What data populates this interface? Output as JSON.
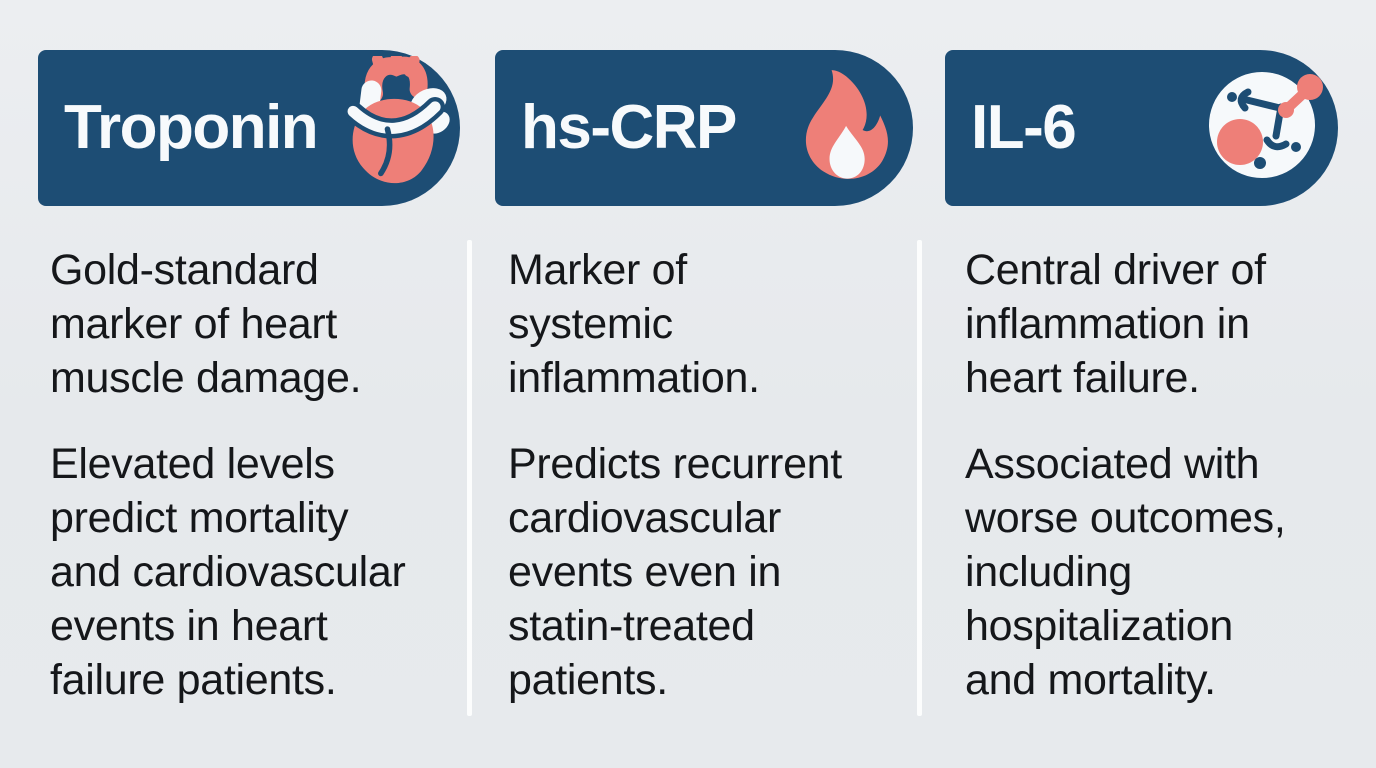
{
  "page": {
    "title": "Heart failure biomarkers infographic",
    "background_color": "#e7eaed",
    "header_color": "#1d4d74",
    "accent_color": "#ee7f78",
    "icon_white": "#f6f9fb",
    "text_color": "#15171a"
  },
  "columns": [
    {
      "header": {
        "label": "Troponin",
        "icon": "heart-icon"
      },
      "paragraphs": [
        "Gold-standard\nmarker of heart\nmuscle damage.",
        "Elevated levels\npredict mortality\nand cardiovascular\nevents in heart\nfailure patients."
      ]
    },
    {
      "header": {
        "label": "hs-CRP",
        "icon": "flame-icon"
      },
      "paragraphs": [
        "Marker of\nsystemic\ninflammation.",
        "Predicts recurrent\ncardiovascular\nevents even in\nstatin-treated\npatients."
      ]
    },
    {
      "header": {
        "label": "IL-6",
        "icon": "cell-icon"
      },
      "paragraphs": [
        "Central driver of\ninflammation in\nheart failure.",
        "Associated with\nworse outcomes,\nincluding\nhospitalization\nand mortality."
      ]
    }
  ]
}
